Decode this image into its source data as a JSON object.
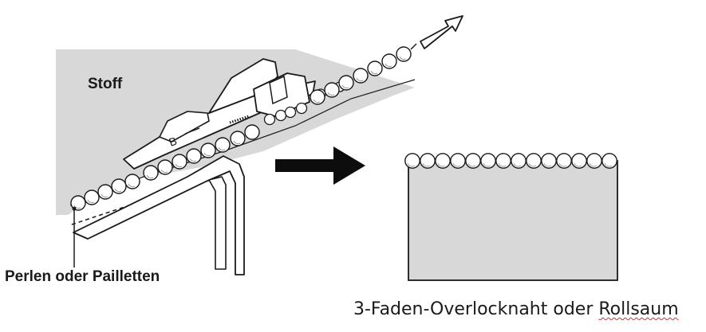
{
  "labels": {
    "fabric": "Stoff",
    "beads": "Perlen oder Pailletten",
    "result_prefix": "3-Faden-Overlocknaht oder ",
    "result_word": "Rollsaum"
  },
  "foot": {
    "marking": "B"
  },
  "colors": {
    "fabric": "#d8d8d8",
    "line": "#1a1a1a",
    "background": "#ffffff",
    "spellcheck": "#d23030"
  }
}
